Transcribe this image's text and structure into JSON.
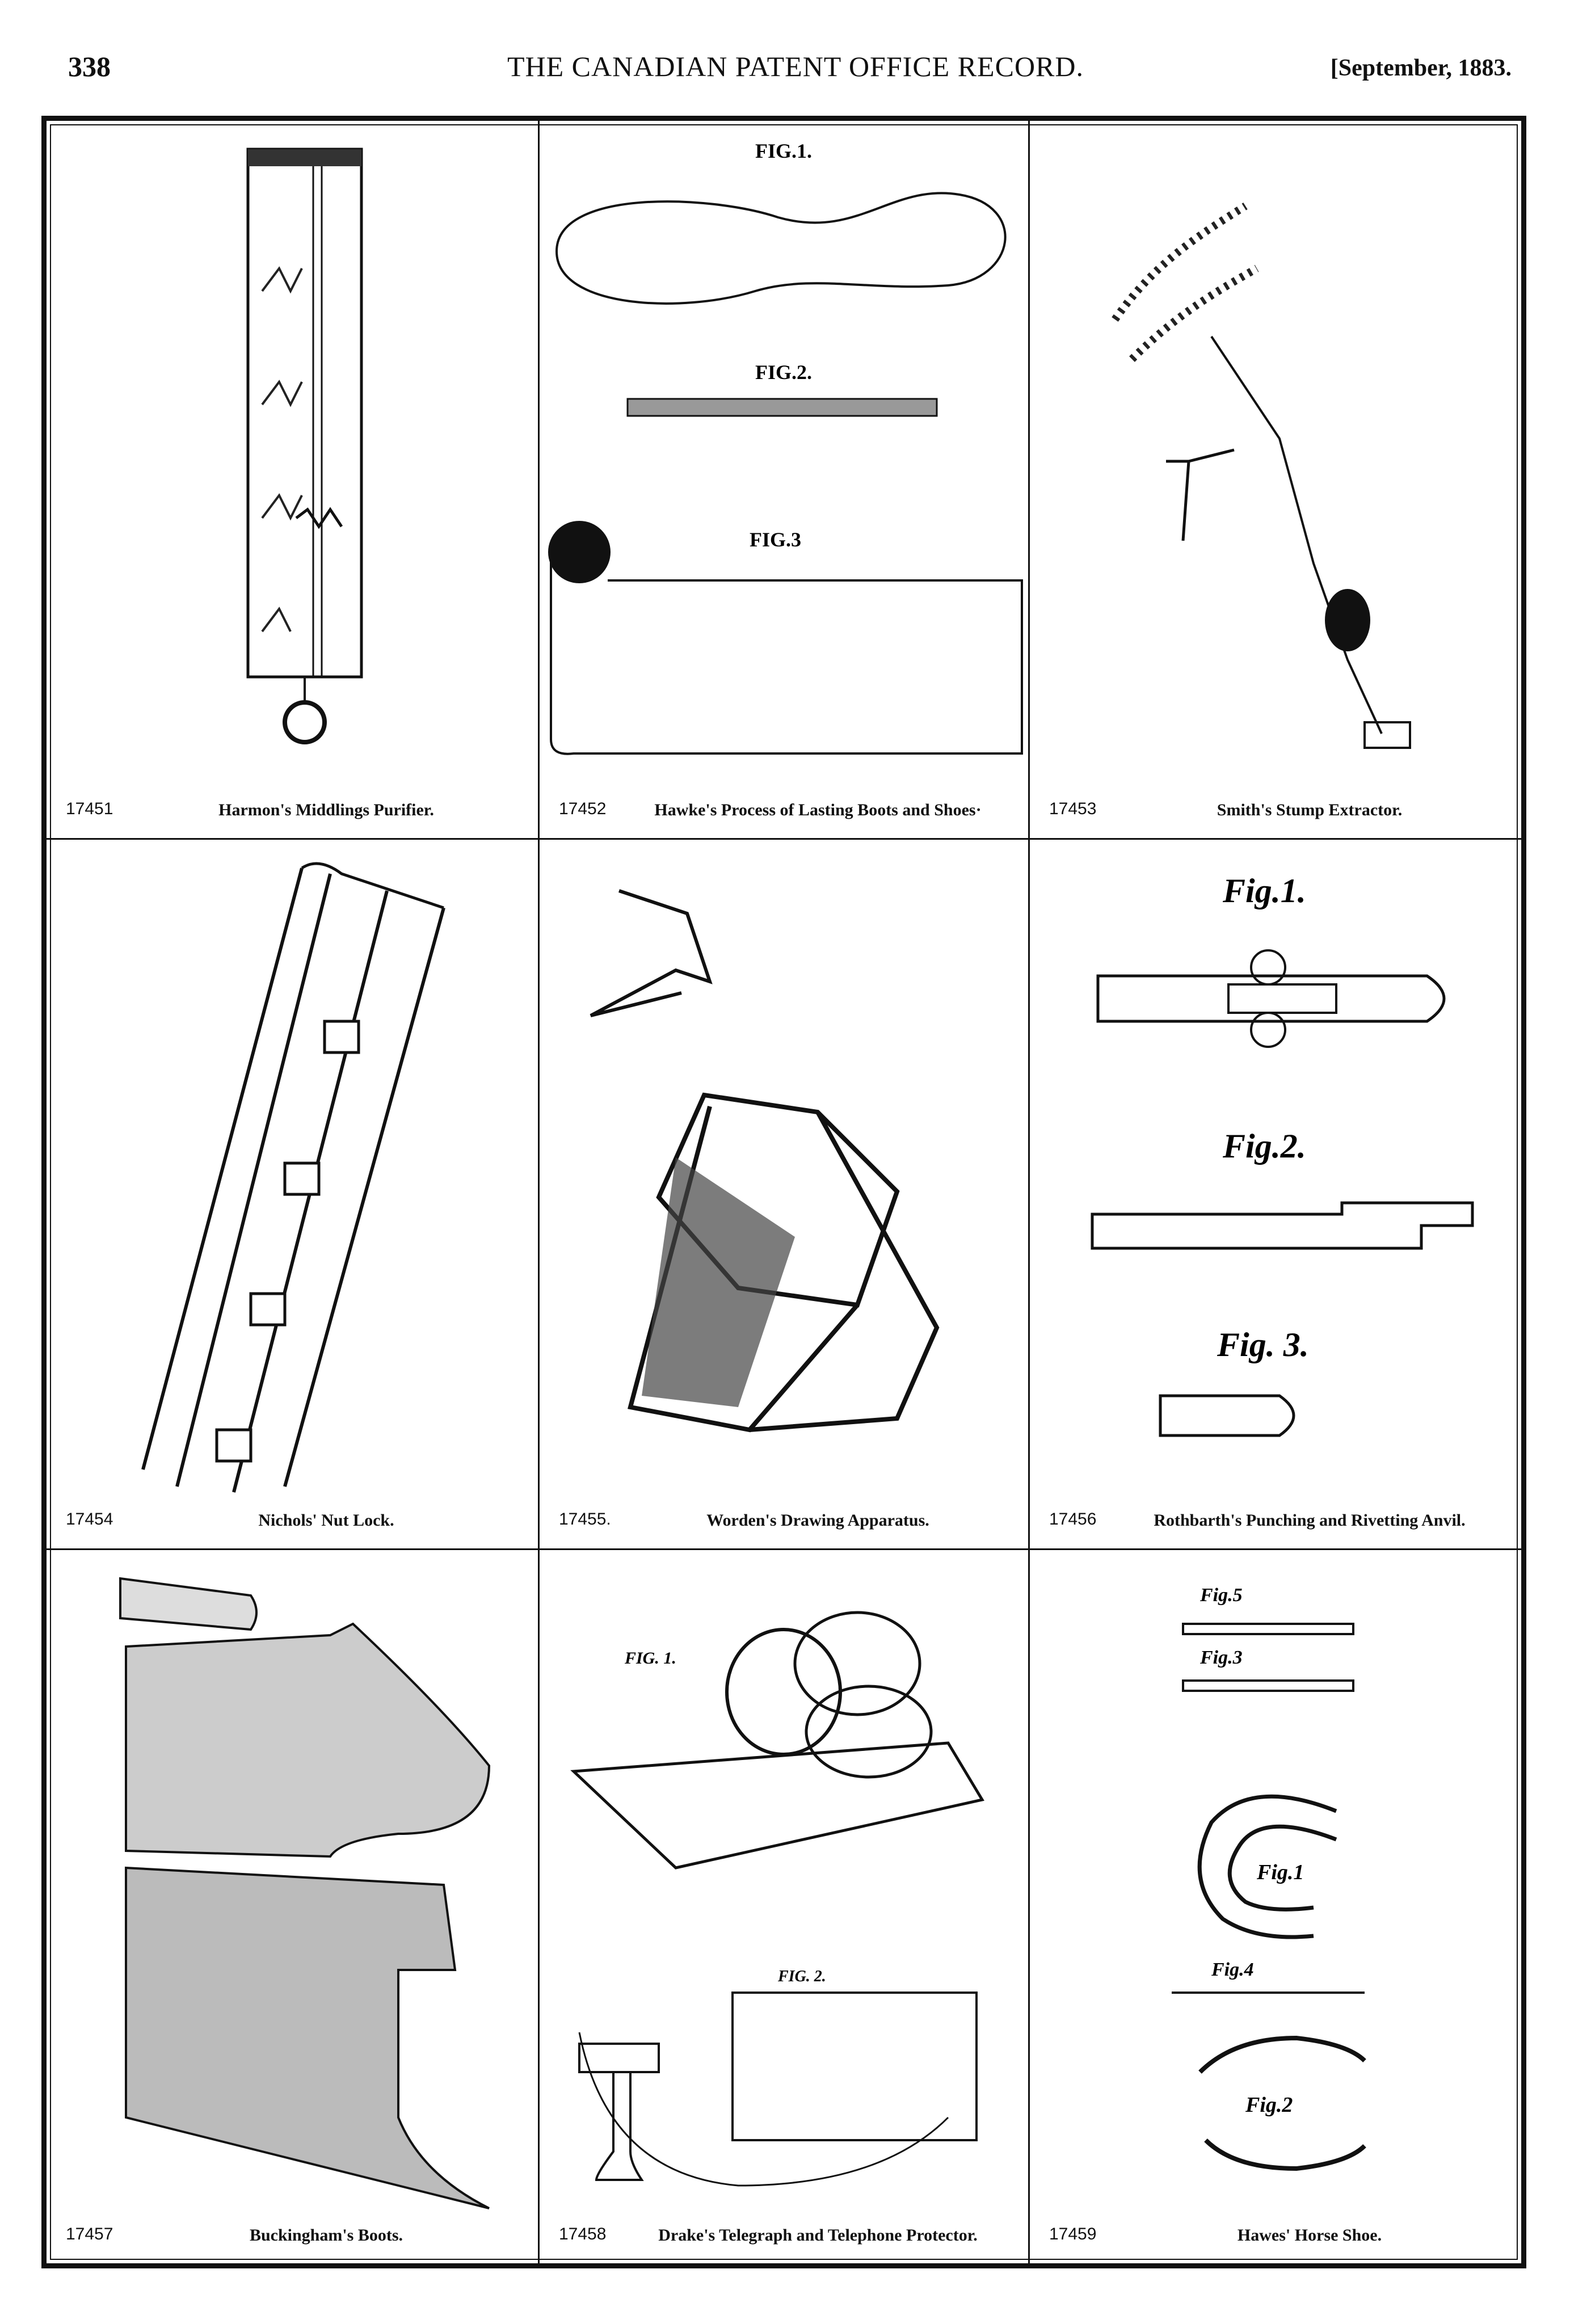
{
  "header": {
    "page_number": "338",
    "title": "THE CANADIAN PATENT OFFICE RECORD.",
    "date": "[September, 1883."
  },
  "patents": [
    {
      "number": "17451",
      "title": "Harmon's Middlings Purifier."
    },
    {
      "number": "17452",
      "title": "Hawke's Process of Lasting Boots and Shoes·"
    },
    {
      "number": "17453",
      "title": "Smith's Stump Extractor."
    },
    {
      "number": "17454",
      "title": "Nichols' Nut Lock."
    },
    {
      "number": "17455.",
      "title": "Worden's Drawing Apparatus."
    },
    {
      "number": "17456",
      "title": "Rothbarth's Punching and Rivetting Anvil."
    },
    {
      "number": "17457",
      "title": "Buckingham's Boots."
    },
    {
      "number": "17458",
      "title": "Drake's Telegraph and Telephone Protector."
    },
    {
      "number": "17459",
      "title": "Hawes' Horse Shoe."
    }
  ],
  "figure_labels": {
    "hawke": [
      "FIG.1.",
      "FIG.2.",
      "FIG.3"
    ],
    "rothbarth": [
      "Fig.1.",
      "Fig.2.",
      "Fig. 3."
    ],
    "drake": [
      "FIG. 1.",
      "FIG. 2."
    ],
    "hawes": [
      "Fig.5",
      "Fig.3",
      "Fig.1",
      "Fig.4",
      "Fig.2"
    ]
  }
}
